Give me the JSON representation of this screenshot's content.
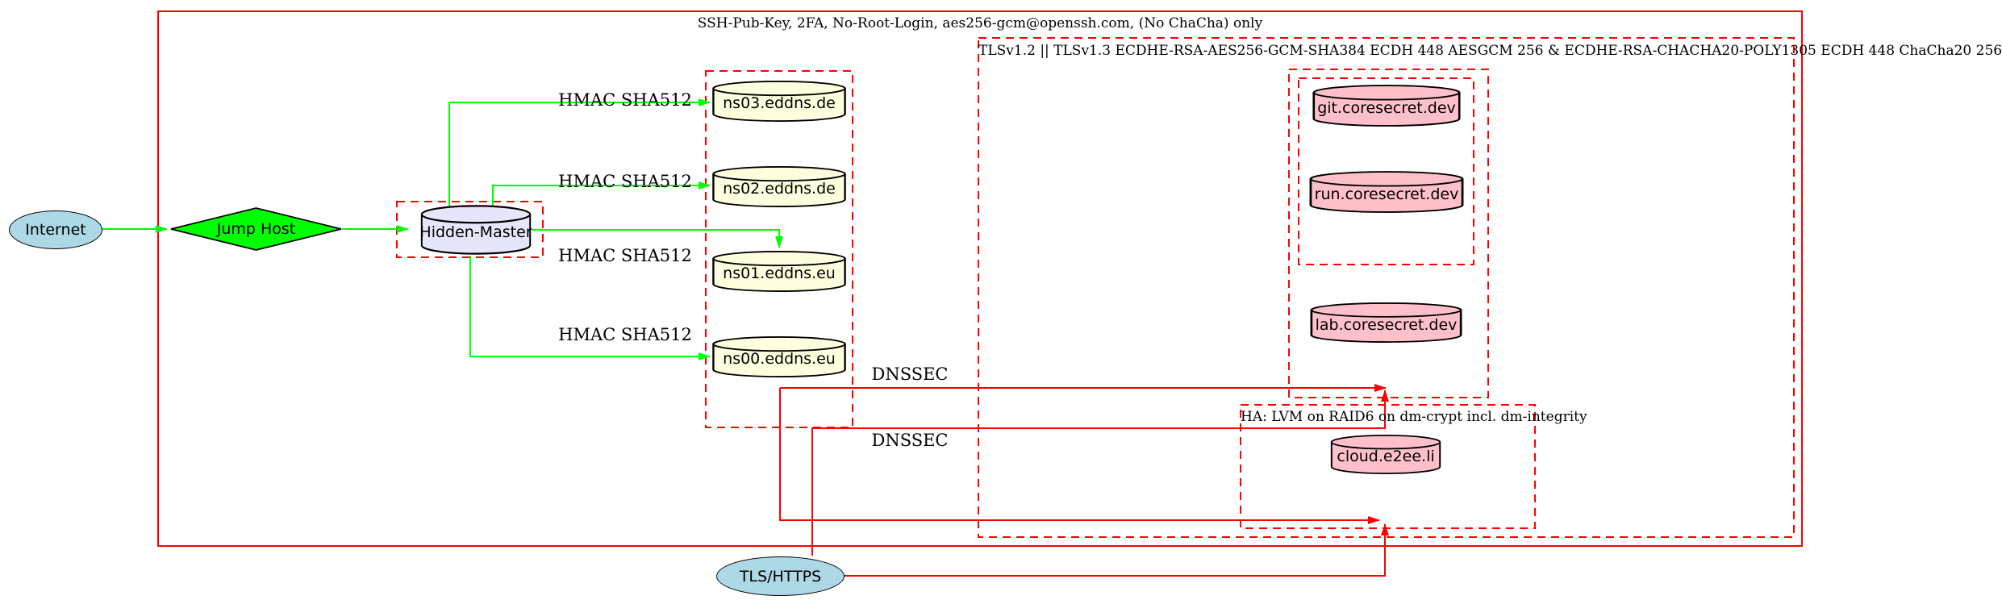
{
  "clusters": {
    "ssh": {
      "label": "SSH-Pub-Key, 2FA, No-Root-Login, aes256-gcm@openssh.com, (No ChaCha) only",
      "border_style": "solid"
    },
    "tls": {
      "label": "TLSv1.2 || TLSv1.3 ECDHE-RSA-AES256-GCM-SHA384 ECDH 448 AESGCM 256 & ECDHE-RSA-CHACHA20-POLY1305 ECDH 448 ChaCha20 256",
      "border_style": "dashed"
    },
    "ha": {
      "label": "HA: LVM on RAID6 on dm-crypt incl. dm-integrity",
      "border_style": "dashed"
    },
    "eddns": {
      "label": "",
      "border_style": "dashed"
    },
    "hidden_master_box": {
      "label": "",
      "border_style": "dashed"
    },
    "coresecret_outer": {
      "label": "",
      "border_style": "dashed"
    },
    "coresecret_inner": {
      "label": "",
      "border_style": "dashed"
    }
  },
  "nodes": {
    "internet": {
      "label": "Internet",
      "shape": "ellipse",
      "fill": "#add8e6"
    },
    "jump_host": {
      "label": "Jump Host",
      "shape": "diamond",
      "fill": "#00ff00"
    },
    "hidden_master": {
      "label": "Hidden-Master",
      "shape": "cylinder",
      "fill": "#e6e6fa"
    },
    "ns03": {
      "label": "ns03.eddns.de",
      "shape": "cylinder",
      "fill": "#ffffe0"
    },
    "ns02": {
      "label": "ns02.eddns.de",
      "shape": "cylinder",
      "fill": "#ffffe0"
    },
    "ns01": {
      "label": "ns01.eddns.eu",
      "shape": "cylinder",
      "fill": "#ffffe0"
    },
    "ns00": {
      "label": "ns00.eddns.eu",
      "shape": "cylinder",
      "fill": "#ffffe0"
    },
    "git": {
      "label": "git.coresecret.dev",
      "shape": "cylinder",
      "fill": "#ffc0cb"
    },
    "run": {
      "label": "run.coresecret.dev",
      "shape": "cylinder",
      "fill": "#ffc0cb"
    },
    "lab": {
      "label": "lab.coresecret.dev",
      "shape": "cylinder",
      "fill": "#ffc0cb"
    },
    "cloud": {
      "label": "cloud.e2ee.li",
      "shape": "cylinder",
      "fill": "#ffc0cb"
    },
    "tls_https": {
      "label": "TLS/HTTPS",
      "shape": "ellipse",
      "fill": "#add8e6"
    }
  },
  "edge_labels": {
    "hmac1": "HMAC SHA512",
    "hmac2": "HMAC SHA512",
    "hmac3": "HMAC SHA512",
    "hmac4": "HMAC SHA512",
    "dnssec1": "DNSSEC",
    "dnssec2": "DNSSEC"
  },
  "colors": {
    "edge_secure_green": "#00ff00",
    "edge_red": "#ff0000",
    "cluster_border_red": "#ff0000",
    "node_blue": "#add8e6",
    "node_lavender": "#e6e6fa",
    "node_lightyellow": "#ffffe0",
    "node_pink": "#ffc0cb",
    "background": "#ffffff"
  }
}
